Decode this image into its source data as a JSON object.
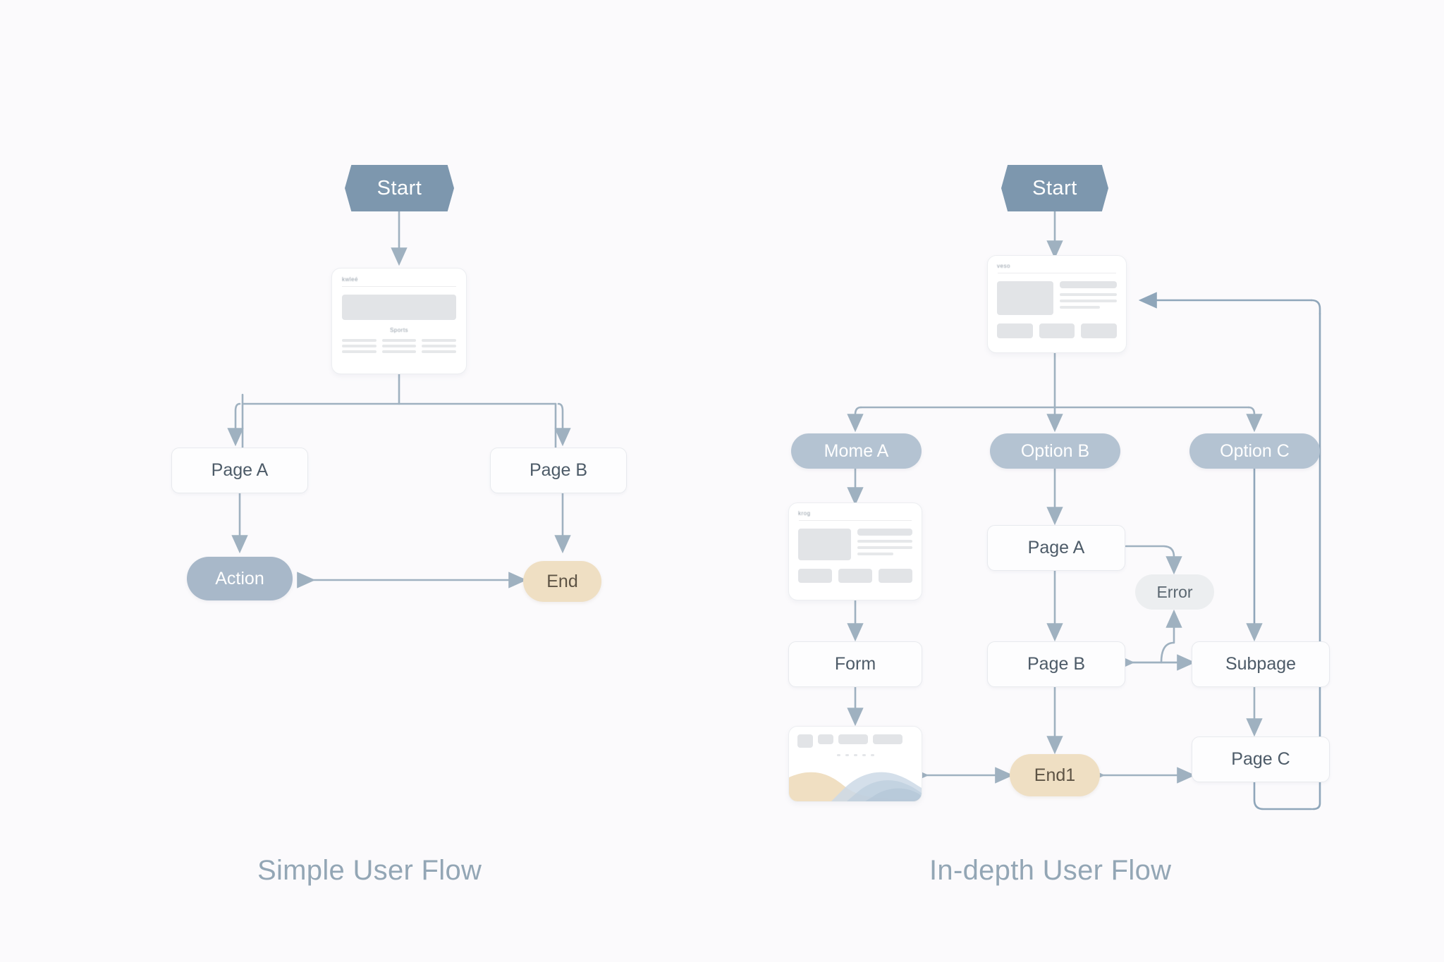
{
  "page": {
    "background": "#fbfafc",
    "accent_blue": "#7d97ae",
    "accent_pill": "#a8b8c9",
    "accent_tan": "#efdfc3",
    "line_color": "#9fb1c0",
    "caption_color": "#93a6b5"
  },
  "diagrams": [
    {
      "id": "simple-user-flow",
      "caption": "Simple User Flow",
      "nodes": [
        {
          "id": "start",
          "label": "Start",
          "type": "hexagon"
        },
        {
          "id": "home",
          "label": "",
          "type": "wireframe-card",
          "variant": "hero"
        },
        {
          "id": "page-a",
          "label": "Page A",
          "type": "box"
        },
        {
          "id": "page-b",
          "label": "Page B",
          "type": "box"
        },
        {
          "id": "action",
          "label": "Action",
          "type": "pill-blue"
        },
        {
          "id": "end",
          "label": "End",
          "type": "pill-tan"
        }
      ],
      "edges": [
        {
          "from": "start",
          "to": "home",
          "style": "arrow"
        },
        {
          "from": "home",
          "to": "page-a",
          "style": "arrow"
        },
        {
          "from": "home",
          "to": "page-b",
          "style": "arrow"
        },
        {
          "from": "page-a",
          "to": "action",
          "style": "arrow"
        },
        {
          "from": "page-b",
          "to": "end",
          "style": "arrow"
        },
        {
          "from": "action",
          "to": "end",
          "style": "double-arrow"
        }
      ]
    },
    {
      "id": "in-depth-user-flow",
      "caption": "In-depth User Flow",
      "nodes": [
        {
          "id": "start2",
          "label": "Start",
          "type": "hexagon"
        },
        {
          "id": "home2",
          "label": "",
          "type": "wireframe-card",
          "variant": "split"
        },
        {
          "id": "mome-a",
          "label": "Mome A",
          "type": "pill-blue"
        },
        {
          "id": "option-b",
          "label": "Option B",
          "type": "pill-blue"
        },
        {
          "id": "option-c",
          "label": "Option C",
          "type": "pill-blue"
        },
        {
          "id": "card-a",
          "label": "",
          "type": "wireframe-card",
          "variant": "split"
        },
        {
          "id": "form",
          "label": "Form",
          "type": "box"
        },
        {
          "id": "card-b",
          "label": "",
          "type": "wireframe-card",
          "variant": "wave"
        },
        {
          "id": "page-a2",
          "label": "Page A",
          "type": "box"
        },
        {
          "id": "page-b2",
          "label": "Page B",
          "type": "box"
        },
        {
          "id": "end1",
          "label": "End1",
          "type": "pill-tan"
        },
        {
          "id": "error",
          "label": "Error",
          "type": "pill-grey"
        },
        {
          "id": "subpage",
          "label": "Subpage",
          "type": "box"
        },
        {
          "id": "page-c",
          "label": "Page C",
          "type": "box"
        }
      ],
      "edges": [
        {
          "from": "start2",
          "to": "home2",
          "style": "arrow"
        },
        {
          "from": "home2",
          "to": "mome-a",
          "style": "arrow"
        },
        {
          "from": "home2",
          "to": "option-b",
          "style": "arrow"
        },
        {
          "from": "home2",
          "to": "option-c",
          "style": "arrow"
        },
        {
          "from": "mome-a",
          "to": "card-a",
          "style": "arrow"
        },
        {
          "from": "card-a",
          "to": "form",
          "style": "arrow"
        },
        {
          "from": "form",
          "to": "card-b",
          "style": "arrow"
        },
        {
          "from": "option-b",
          "to": "page-a2",
          "style": "arrow"
        },
        {
          "from": "page-a2",
          "to": "page-b2",
          "style": "arrow"
        },
        {
          "from": "page-a2",
          "to": "error",
          "style": "arrow"
        },
        {
          "from": "page-b2",
          "to": "end1",
          "style": "arrow"
        },
        {
          "from": "option-c",
          "to": "subpage",
          "style": "arrow"
        },
        {
          "from": "subpage",
          "to": "page-c",
          "style": "arrow"
        },
        {
          "from": "page-b2",
          "to": "subpage",
          "style": "double-arrow"
        },
        {
          "from": "card-b",
          "to": "end1",
          "style": "double-arrow"
        },
        {
          "from": "page-c",
          "to": "end1",
          "style": "double-arrow"
        },
        {
          "from": "page-c",
          "to": "home2",
          "style": "loop-back"
        }
      ]
    }
  ]
}
